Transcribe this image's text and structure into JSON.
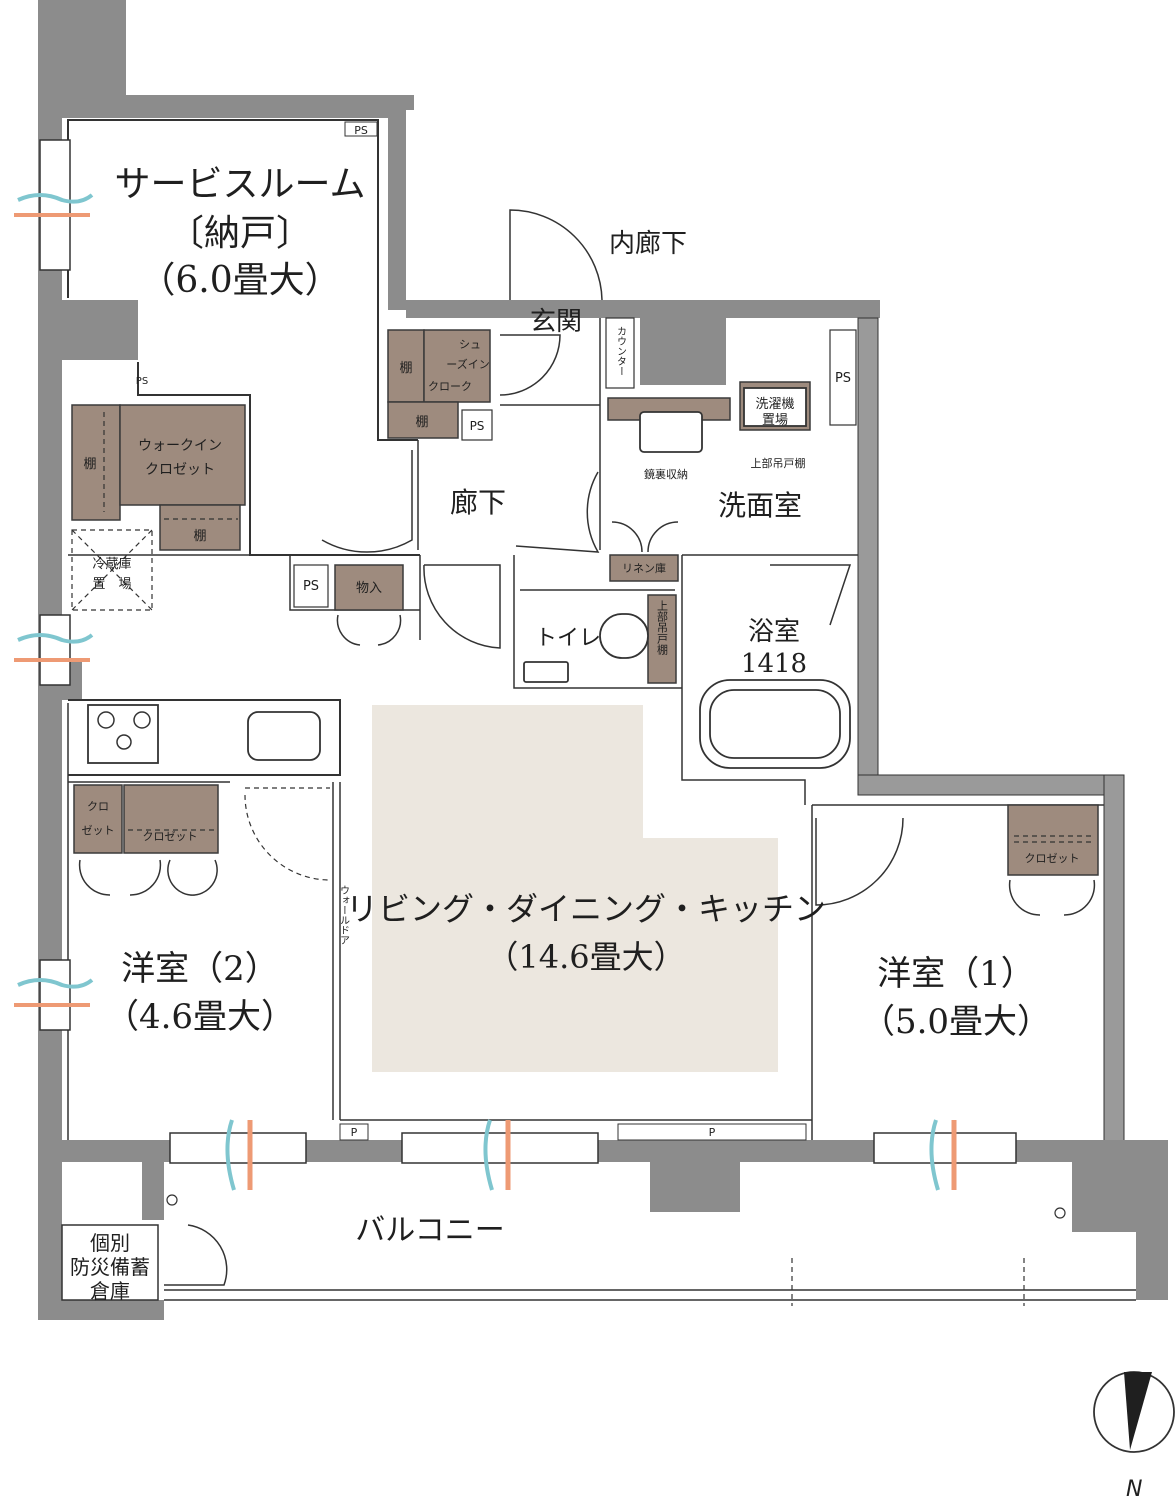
{
  "rooms": {
    "service_room": {
      "name": "サービスルーム",
      "sub": "〔納戸〕",
      "size": "（6.0畳大）"
    },
    "inner_corridor": "内廊下",
    "entrance": "玄関",
    "corridor": "廊下",
    "washroom": "洗面室",
    "bathroom": {
      "name": "浴室",
      "size": "1418"
    },
    "toilet": "トイレ",
    "ldk": {
      "name": "リビング・ダイニング・キッチン",
      "size": "（14.6畳大）"
    },
    "western2": {
      "name": "洋室（2）",
      "size": "（4.6畳大）"
    },
    "western1": {
      "name": "洋室（1）",
      "size": "（5.0畳大）"
    },
    "balcony": "バルコニー",
    "disaster_storage": [
      "個別",
      "防災備蓄",
      "倉庫"
    ]
  },
  "small_labels": {
    "ps": "PS",
    "p": "P",
    "shelf": "棚",
    "shoes_in_cloak": [
      "シュ",
      "ーズイン",
      "クローク"
    ],
    "walk_in_closet": [
      "ウォークイン",
      "クロゼット"
    ],
    "fridge": [
      "冷蔵庫",
      "置　場"
    ],
    "storage_item": "物入",
    "counter": "カウンター",
    "mirror_storage": "鏡裏収納",
    "washer": [
      "洗濯機",
      "置場"
    ],
    "upper_cabinet": "上部吊戸棚",
    "linen": "リネン庫",
    "toilet_upper": "上部吊戸棚",
    "closet": "クロゼット",
    "closet_small": [
      "クロ",
      "ゼット"
    ],
    "wall_door": "ウォールドア",
    "north": "N"
  },
  "colors": {
    "wall": "#8c8c8c",
    "storage": "#9e8b7e",
    "ldk_floor": "#ece7df",
    "wind_blue": "#7fc6cf",
    "wind_orange": "#ee9a74"
  }
}
